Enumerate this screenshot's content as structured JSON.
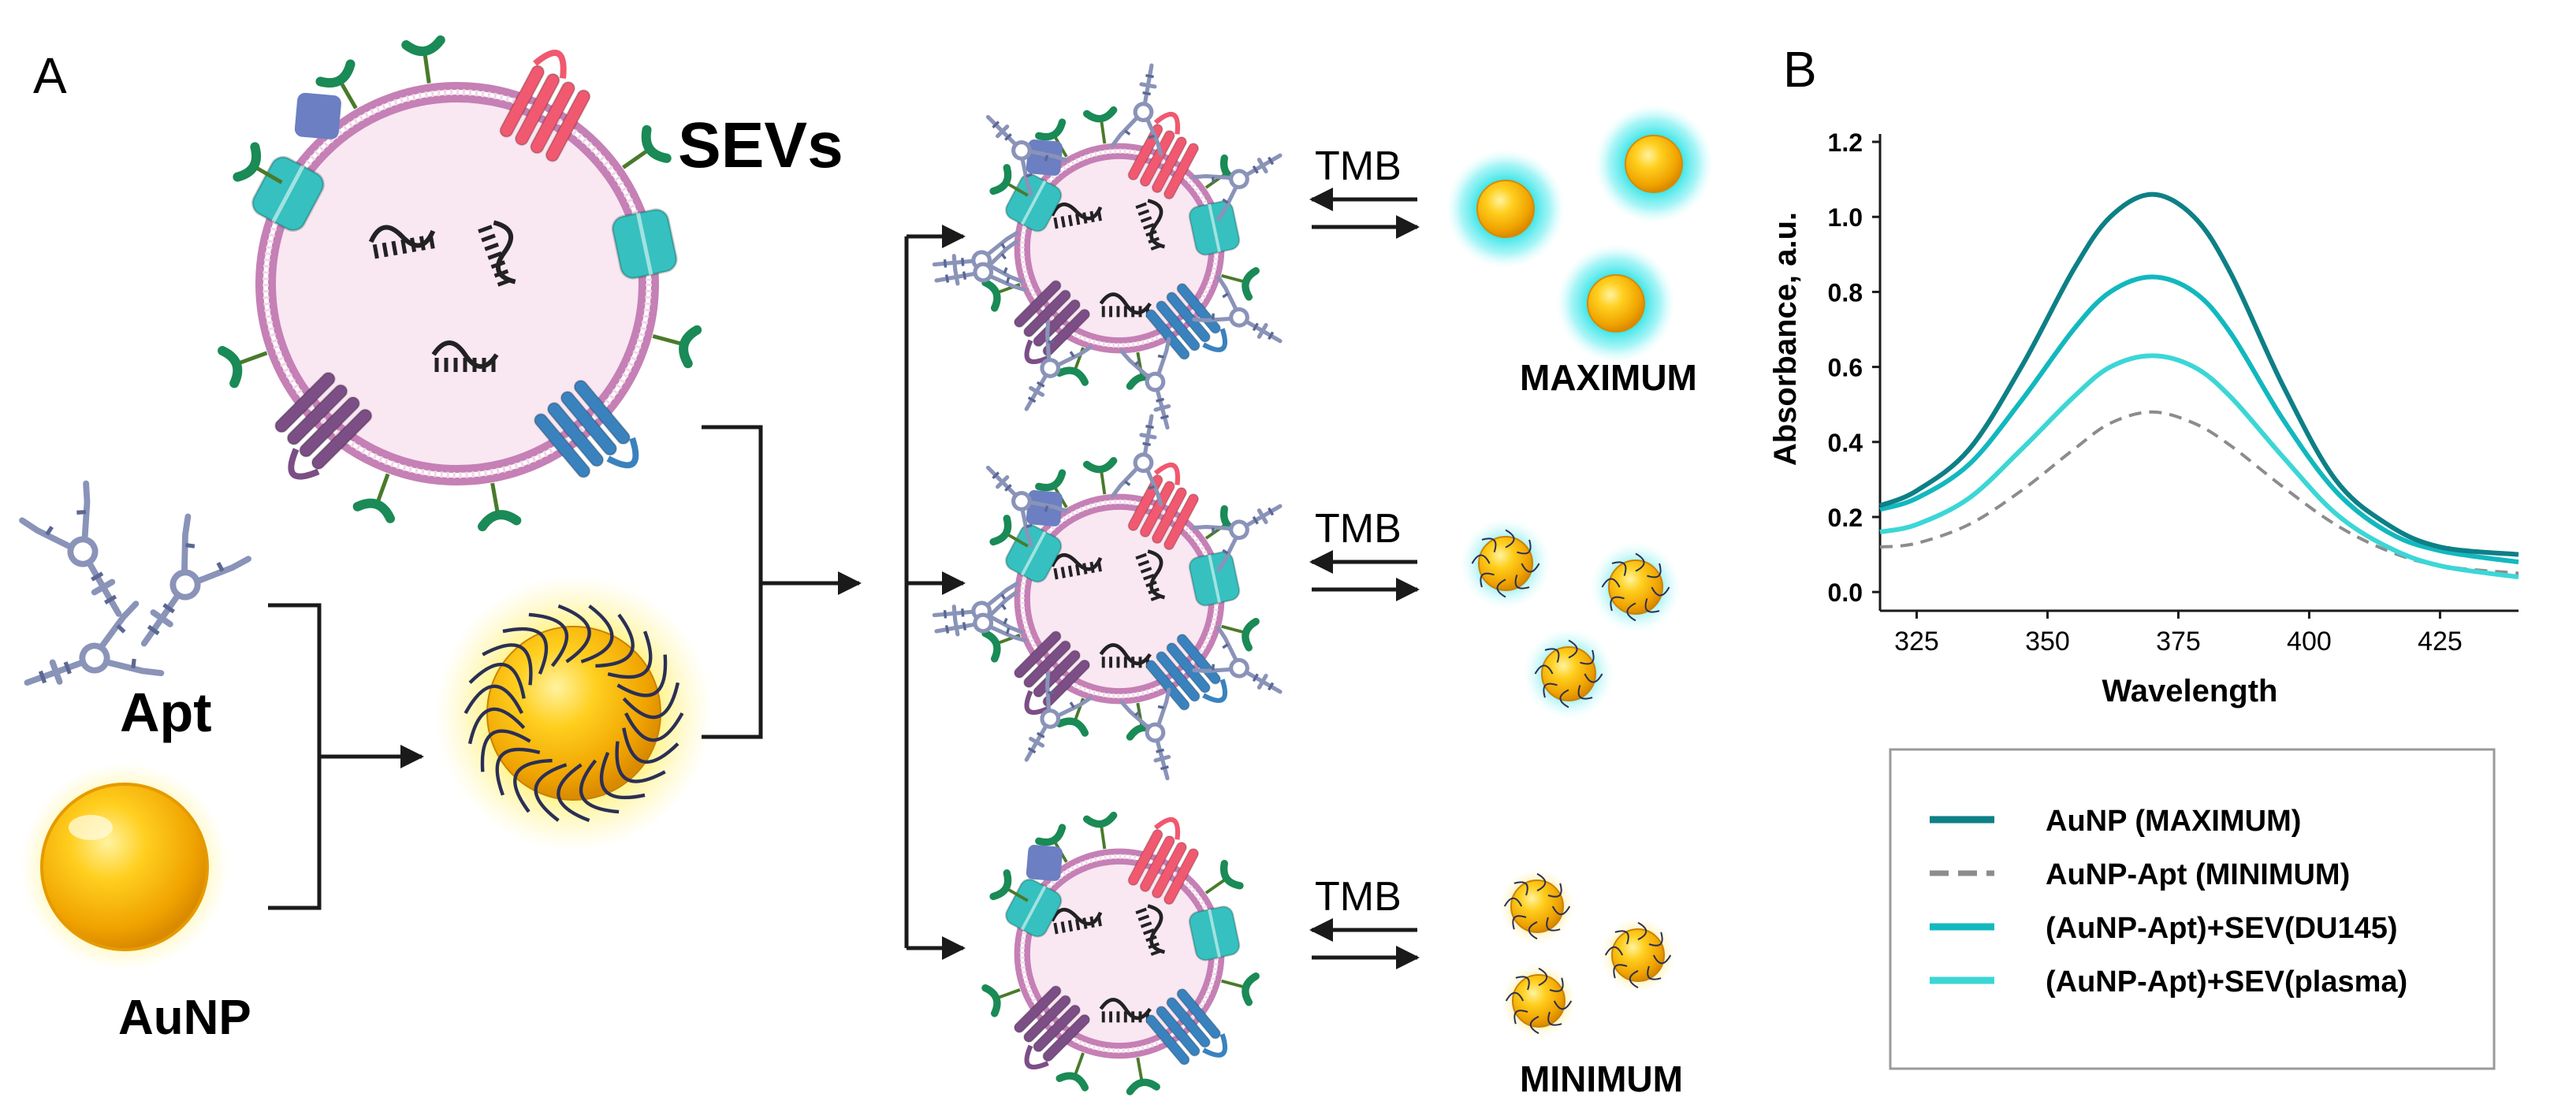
{
  "panel_a": {
    "label": "A",
    "sevs_label": "SEVs",
    "apt_label": "Apt",
    "aunp_label": "AuNP",
    "tmb_labels": [
      "TMB",
      "TMB",
      "TMB"
    ],
    "maximum_label": "MAXIMUM",
    "minimum_label": "MINIMUM"
  },
  "panel_b": {
    "label": "B",
    "legend": [
      {
        "label": "AuNP (MAXIMUM)",
        "color": "#0e7f86",
        "dashed": false
      },
      {
        "label": "AuNP-Apt (MINIMUM)",
        "color": "#8c8c8c",
        "dashed": true
      },
      {
        "label": "(AuNP-Apt)+SEV(DU145)",
        "color": "#12b8be",
        "dashed": false
      },
      {
        "label": "(AuNP-Apt)+SEV(plasma)",
        "color": "#3cd6d6",
        "dashed": false
      }
    ]
  },
  "colors": {
    "gold": "#f5b400",
    "glow": "#35dfe3",
    "membrane": "#c580b5",
    "membrane_fill": "#f9e7f2",
    "pink_protein": "#f0596f",
    "teal_protein": "#36c0bf",
    "blue_protein": "#3a82be",
    "purple_protein": "#7b4e86",
    "green_receptor": "#1a8a56"
  },
  "chart_data": {
    "type": "line",
    "title": "",
    "xlabel": "Wavelength",
    "ylabel": "Absorbance, a.u.",
    "xlim": [
      318,
      440
    ],
    "ylim": [
      -0.05,
      1.2
    ],
    "xticks": [
      325,
      350,
      375,
      400,
      425
    ],
    "yticks": [
      0.0,
      0.2,
      0.4,
      0.6,
      0.8,
      1.0,
      1.2
    ],
    "ytick_labels": [
      "0.0",
      "0.2",
      "0.4",
      "0.6",
      "0.8",
      "1.0",
      "1.2"
    ],
    "grid": false,
    "legend_position": "below",
    "series": [
      {
        "name": "AuNP (MAXIMUM)",
        "color": "#0e7f86",
        "dashed": false,
        "x": [
          318,
          325,
          335,
          345,
          355,
          362,
          370,
          378,
          385,
          395,
          405,
          415,
          425,
          440
        ],
        "y": [
          0.23,
          0.27,
          0.38,
          0.6,
          0.86,
          1.0,
          1.06,
          1.0,
          0.85,
          0.55,
          0.3,
          0.18,
          0.12,
          0.1
        ]
      },
      {
        "name": "AuNP-Apt (MINIMUM)",
        "color": "#8c8c8c",
        "dashed": true,
        "x": [
          318,
          325,
          335,
          345,
          355,
          362,
          370,
          378,
          385,
          395,
          405,
          415,
          425,
          440
        ],
        "y": [
          0.12,
          0.13,
          0.18,
          0.27,
          0.38,
          0.45,
          0.48,
          0.45,
          0.39,
          0.28,
          0.18,
          0.11,
          0.07,
          0.05
        ]
      },
      {
        "name": "(AuNP-Apt)+SEV(DU145)",
        "color": "#12b8be",
        "dashed": false,
        "x": [
          318,
          325,
          335,
          345,
          355,
          362,
          370,
          378,
          385,
          395,
          405,
          415,
          425,
          440
        ],
        "y": [
          0.22,
          0.25,
          0.34,
          0.51,
          0.7,
          0.8,
          0.84,
          0.8,
          0.69,
          0.46,
          0.27,
          0.16,
          0.11,
          0.08
        ]
      },
      {
        "name": "(AuNP-Apt)+SEV(plasma)",
        "color": "#3cd6d6",
        "dashed": false,
        "x": [
          318,
          325,
          335,
          345,
          355,
          362,
          370,
          378,
          385,
          395,
          405,
          415,
          425,
          440
        ],
        "y": [
          0.16,
          0.18,
          0.25,
          0.38,
          0.52,
          0.6,
          0.63,
          0.6,
          0.52,
          0.36,
          0.21,
          0.12,
          0.07,
          0.04
        ]
      }
    ]
  }
}
